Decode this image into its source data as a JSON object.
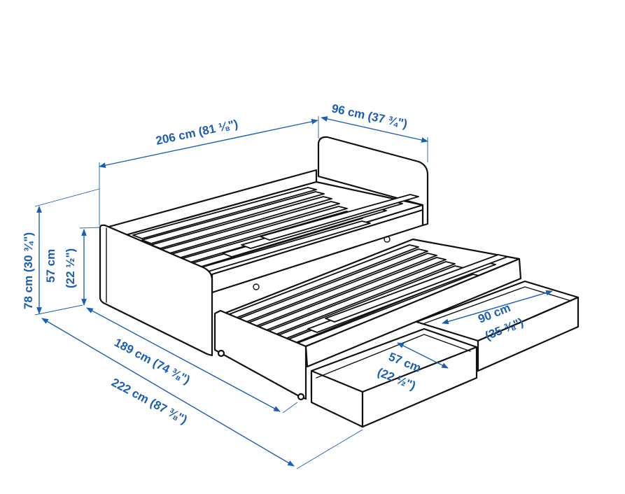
{
  "dimensions": {
    "length_total": "206 cm (81 ⅛\")",
    "width_bed": "96 cm (37 ¾\")",
    "height_total": "78 cm (30 ¾\")",
    "height_side": "57 cm",
    "height_side_in": "(22 ½\")",
    "depth_bed": "189 cm (74 ⅜\")",
    "depth_extended": "222 cm (87 ⅜\")",
    "drawer_depth": "57 cm",
    "drawer_depth_in": "(22 ½\")",
    "drawer_width": "90 cm",
    "drawer_width_in": "(35 ⅜\")"
  },
  "colors": {
    "dimension": "#1a5fb4",
    "line": "#111111",
    "background": "#ffffff"
  }
}
